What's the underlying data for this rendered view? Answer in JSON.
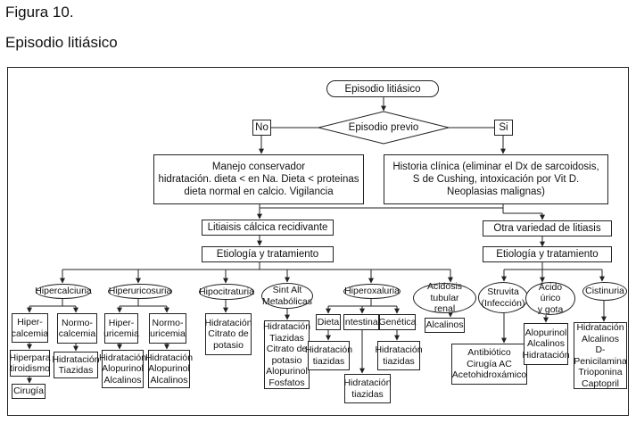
{
  "figure_number": "Figura 10.",
  "figure_title": "Episodio litiásico",
  "diagram": {
    "root": "Episodio litiásico",
    "decision": "Episodio previo",
    "no_label": "No",
    "si_label": "Si",
    "no_branch": {
      "box": "Manejo conservador\nhidratación. dieta < en Na. Dieta < proteinas\ndieta normal en calcio. Vigilancia",
      "category": "Litiaisis cálcica recidivante",
      "etiology": "Etiología y tratamiento",
      "groups": {
        "hipercalciuria": {
          "label": "Hipercalciuria",
          "hipercalcemia": "Hiper-\ncalcemia",
          "hiperparatiroidismo": "Hiperpara\ntiroidismo",
          "cirugia": "Cirugía",
          "normocalcemia": "Normo-\ncalcemia",
          "hidratacion_tiazidas": "Hidratación\nTiazidas"
        },
        "hiperuricosuria": {
          "label": "Hiperuricosuria",
          "hiperuricemia": "Hiper-\nuricemia",
          "normouricemia": "Normo-\nuricemia",
          "tratamiento_1": "Hidratación\nAlopurinol\nAlcalinos",
          "tratamiento_2": "Hidratación\nAlopurinol\nAlcalinos"
        },
        "hipocitraturia": {
          "label": "Hipocitraturia",
          "tratamiento": "Hidratación\nCitrato de\npotasio"
        },
        "sint_alt": {
          "label": "Sint Alt\nMetabólicas",
          "tratamiento": "Hidratación\nTiazidas\nCitrato de\npotasio\nAlopurinol\nFosfatos"
        },
        "hiperoxaluria": {
          "label": "Hiperoxaluria",
          "dieta": "Dieta",
          "intestinal": "Intestinal",
          "genetica": "Genética",
          "hidratacion_tiazidas_1": "Hidratación\ntiazidas",
          "hidratacion_tiazidas_2": "Hidratación\ntiazidas",
          "hidratacion_tiazidas_3": "Hidratación\ntiazidas"
        },
        "acidosis": {
          "label": "Acidosis tubular\nrenal",
          "tratamiento": "Alcalinos"
        }
      }
    },
    "si_branch": {
      "box": "Historia clínica (eliminar el Dx de sarcoidosis,\nS de Cushing, intoxicación por Vit D.\nNeoplasias malignas)",
      "category": "Otra variedad de litiasis",
      "etiology": "Etiología y tratamiento",
      "groups": {
        "struvita": {
          "label": "Struvita\n(Infección)",
          "tratamiento": "Antibiótico\nCirugía AC\nAcetohidroxámico"
        },
        "acido_urico": {
          "label": "Ácido úrico\ny gota",
          "tratamiento": "Alopurinol\nAlcalinos\nHidratación"
        },
        "cistinuria": {
          "label": "Cistinuria",
          "tratamiento": "Hidratación\nAlcalinos\nD-Penicilamina\nTrioponina\nCaptopril"
        }
      }
    }
  }
}
